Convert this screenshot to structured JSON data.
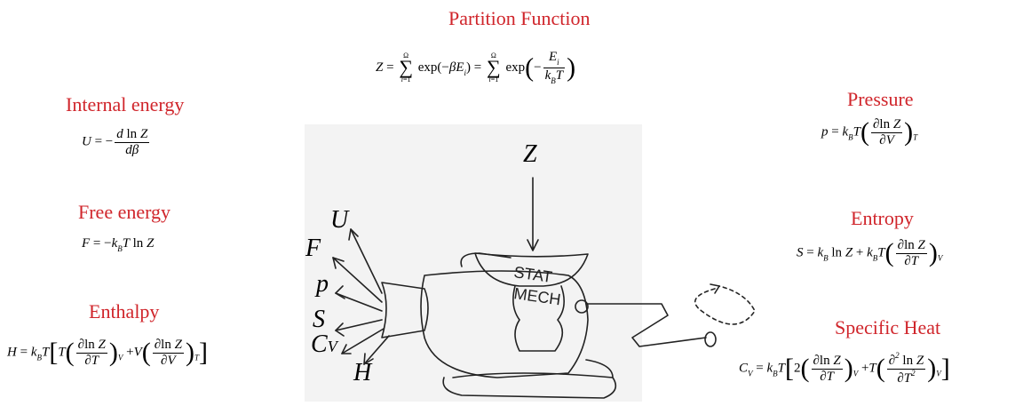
{
  "titles": {
    "partition": "Partition Function",
    "internal": "Internal energy",
    "free": "Free energy",
    "enthalpy": "Enthalpy",
    "pressure": "Pressure",
    "entropy": "Entropy",
    "specific_heat": "Specific Heat"
  },
  "sketch": {
    "input": "Z",
    "outputs": [
      "U",
      "F",
      "p",
      "S",
      "C",
      "V",
      "H"
    ],
    "machine_text": [
      "STAT",
      "MECH"
    ]
  }
}
